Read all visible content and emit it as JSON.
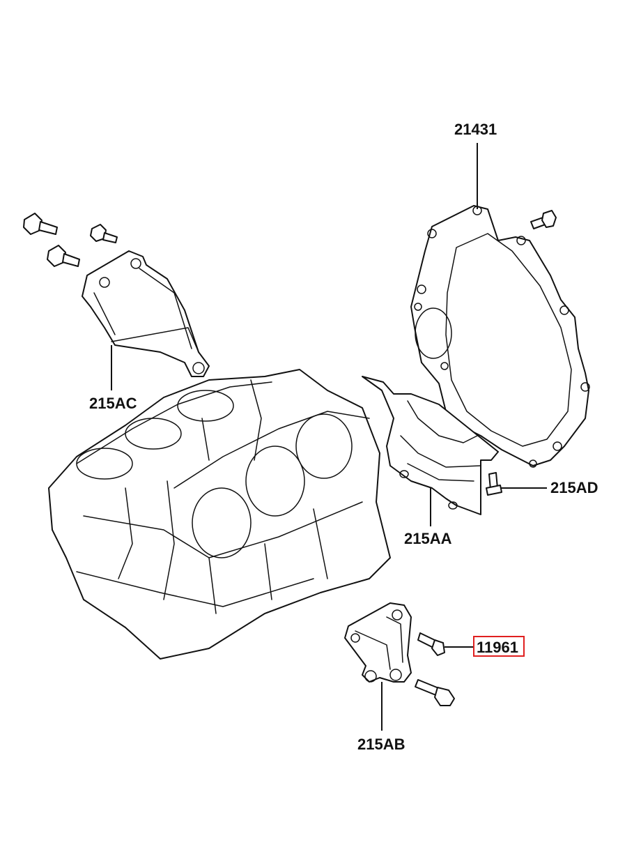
{
  "labels": {
    "p21431": "21431",
    "p215AC": "215AC",
    "p215AD": "215AD",
    "p215AA": "215AA",
    "p11961": "11961",
    "p215AB": "215AB"
  },
  "highlight": {
    "part": "11961",
    "box_color": "#e01f1f"
  },
  "icons": {
    "bolt": "bolt-icon",
    "gasket": "gasket-plate-icon",
    "bracket": "bracket-icon",
    "block": "engine-block-icon"
  }
}
